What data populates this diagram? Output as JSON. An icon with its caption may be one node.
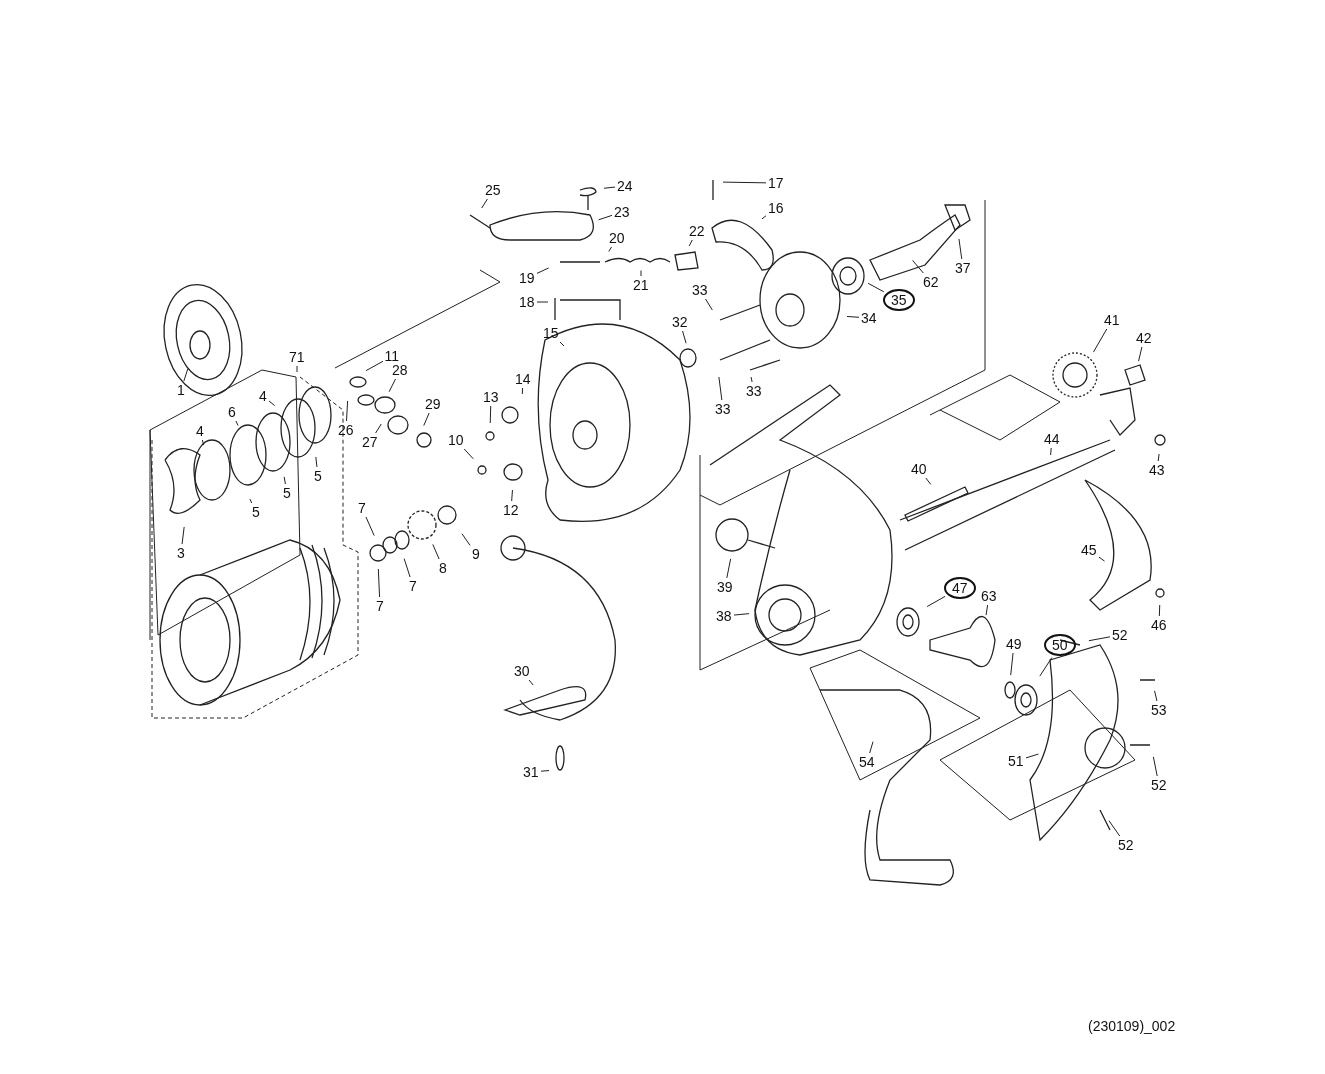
{
  "diagram": {
    "nodes": [
      {
        "text": [
          "1"
        ]
      },
      {
        "text": [
          "71"
        ]
      },
      {
        "text": [
          "4"
        ]
      },
      {
        "text": [
          "6"
        ]
      },
      {
        "text": [
          "4"
        ]
      },
      {
        "text": [
          "5"
        ]
      },
      {
        "text": [
          "5"
        ]
      },
      {
        "text": [
          "5"
        ]
      },
      {
        "text": [
          "3"
        ]
      },
      {
        "text": [
          "11"
        ]
      },
      {
        "text": [
          "28"
        ]
      },
      {
        "text": [
          "26"
        ]
      },
      {
        "text": [
          "27"
        ]
      },
      {
        "text": [
          "29"
        ]
      },
      {
        "text": [
          "7"
        ]
      },
      {
        "text": [
          "8"
        ]
      },
      {
        "text": [
          "9"
        ]
      },
      {
        "text": [
          "7"
        ]
      },
      {
        "text": [
          "7"
        ]
      },
      {
        "text": [
          "10"
        ]
      },
      {
        "text": [
          "12"
        ]
      },
      {
        "text": [
          "13"
        ]
      },
      {
        "text": [
          "14"
        ]
      },
      {
        "text": [
          "15"
        ]
      },
      {
        "text": [
          "18"
        ]
      },
      {
        "text": [
          "19"
        ]
      },
      {
        "text": [
          "20"
        ]
      },
      {
        "text": [
          "21"
        ]
      },
      {
        "text": [
          "22"
        ]
      },
      {
        "text": [
          "23"
        ]
      },
      {
        "text": [
          "24"
        ]
      },
      {
        "text": [
          "25"
        ]
      },
      {
        "text": [
          "16"
        ]
      },
      {
        "text": [
          "17"
        ]
      },
      {
        "text": [
          "33"
        ]
      },
      {
        "text": [
          "33"
        ]
      },
      {
        "text": [
          "33"
        ]
      },
      {
        "text": [
          "32"
        ]
      },
      {
        "text": [
          "34"
        ]
      },
      {
        "text": [
          "35"
        ]
      },
      {
        "text": [
          "62"
        ]
      },
      {
        "text": [
          "37"
        ]
      },
      {
        "text": [
          "41"
        ]
      },
      {
        "text": [
          "42"
        ]
      },
      {
        "text": [
          "43"
        ]
      },
      {
        "text": [
          "44"
        ]
      },
      {
        "text": [
          "40"
        ]
      },
      {
        "text": [
          "45"
        ]
      },
      {
        "text": [
          "46"
        ]
      },
      {
        "text": [
          "39"
        ]
      },
      {
        "text": [
          "38"
        ]
      },
      {
        "text": [
          "47"
        ]
      },
      {
        "text": [
          "63"
        ]
      },
      {
        "text": [
          "49"
        ]
      },
      {
        "text": [
          "50"
        ]
      },
      {
        "text": [
          "52"
        ]
      },
      {
        "text": [
          "53"
        ]
      },
      {
        "text": [
          "52"
        ]
      },
      {
        "text": [
          "52"
        ]
      },
      {
        "text": [
          "51"
        ]
      },
      {
        "text": [
          "54"
        ]
      },
      {
        "text": [
          "30"
        ]
      },
      {
        "text": [
          "31"
        ]
      }
    ],
    "edges": [
      {
        "from": 0,
        "to": null,
        "arrow": "none"
      },
      {
        "from": 1,
        "to": null,
        "arrow": "none"
      },
      {
        "from": 2,
        "to": null,
        "arrow": "none"
      },
      {
        "from": 3,
        "to": null,
        "arrow": "none"
      },
      {
        "from": 4,
        "to": null,
        "arrow": "none"
      },
      {
        "from": 5,
        "to": null,
        "arrow": "none"
      },
      {
        "from": 6,
        "to": null,
        "arrow": "none"
      },
      {
        "from": 7,
        "to": null,
        "arrow": "none"
      },
      {
        "from": 8,
        "to": null,
        "arrow": "none"
      },
      {
        "from": 9,
        "to": null,
        "arrow": "none"
      },
      {
        "from": 10,
        "to": null,
        "arrow": "none"
      },
      {
        "from": 11,
        "to": null,
        "arrow": "none"
      },
      {
        "from": 12,
        "to": null,
        "arrow": "none"
      },
      {
        "from": 13,
        "to": null,
        "arrow": "none"
      },
      {
        "from": 14,
        "to": null,
        "arrow": "none"
      },
      {
        "from": 15,
        "to": null,
        "arrow": "none"
      },
      {
        "from": 16,
        "to": null,
        "arrow": "none"
      },
      {
        "from": 17,
        "to": null,
        "arrow": "none"
      },
      {
        "from": 18,
        "to": null,
        "arrow": "none"
      },
      {
        "from": 19,
        "to": null,
        "arrow": "none"
      },
      {
        "from": 20,
        "to": null,
        "arrow": "none"
      },
      {
        "from": 21,
        "to": null,
        "arrow": "none"
      },
      {
        "from": 22,
        "to": null,
        "arrow": "none"
      },
      {
        "from": 23,
        "to": null,
        "arrow": "none"
      },
      {
        "from": 24,
        "to": null,
        "arrow": "none"
      },
      {
        "from": 25,
        "to": null,
        "arrow": "none"
      },
      {
        "from": 26,
        "to": null,
        "arrow": "none"
      },
      {
        "from": 27,
        "to": null,
        "arrow": "none"
      },
      {
        "from": 28,
        "to": null,
        "arrow": "none"
      },
      {
        "from": 29,
        "to": null,
        "arrow": "none"
      },
      {
        "from": 30,
        "to": null,
        "arrow": "none"
      },
      {
        "from": 31,
        "to": null,
        "arrow": "none"
      },
      {
        "from": 32,
        "to": null,
        "arrow": "none"
      },
      {
        "from": 33,
        "to": null,
        "arrow": "none"
      },
      {
        "from": 34,
        "to": null,
        "arrow": "none"
      },
      {
        "from": 35,
        "to": null,
        "arrow": "none"
      },
      {
        "from": 36,
        "to": null,
        "arrow": "none"
      },
      {
        "from": 37,
        "to": null,
        "arrow": "none"
      },
      {
        "from": 38,
        "to": null,
        "arrow": "none"
      },
      {
        "from": 39,
        "to": null,
        "arrow": "none"
      },
      {
        "from": 40,
        "to": null,
        "arrow": "none"
      },
      {
        "from": 41,
        "to": null,
        "arrow": "none"
      },
      {
        "from": 42,
        "to": null,
        "arrow": "none"
      },
      {
        "from": 43,
        "to": null,
        "arrow": "none"
      },
      {
        "from": 44,
        "to": null,
        "arrow": "none"
      },
      {
        "from": 45,
        "to": null,
        "arrow": "none"
      },
      {
        "from": 46,
        "to": null,
        "arrow": "none"
      },
      {
        "from": 47,
        "to": null,
        "arrow": "none"
      },
      {
        "from": 48,
        "to": null,
        "arrow": "none"
      },
      {
        "from": 49,
        "to": null,
        "arrow": "none"
      },
      {
        "from": 50,
        "to": null,
        "arrow": "none"
      },
      {
        "from": 51,
        "to": null,
        "arrow": "none"
      },
      {
        "from": 52,
        "to": null,
        "arrow": "none"
      },
      {
        "from": 53,
        "to": null,
        "arrow": "none"
      },
      {
        "from": 54,
        "to": null,
        "arrow": "none"
      },
      {
        "from": 55,
        "to": null,
        "arrow": "none"
      },
      {
        "from": 56,
        "to": null,
        "arrow": "none"
      },
      {
        "from": 57,
        "to": null,
        "arrow": "none"
      },
      {
        "from": 58,
        "to": null,
        "arrow": "none"
      },
      {
        "from": 59,
        "to": null,
        "arrow": "none"
      },
      {
        "from": 60,
        "to": null,
        "arrow": "none"
      },
      {
        "from": 61,
        "to": null,
        "arrow": "none"
      },
      {
        "from": 62,
        "to": null,
        "arrow": "none"
      }
    ],
    "labels": [
      "(230109)_002"
    ]
  }
}
